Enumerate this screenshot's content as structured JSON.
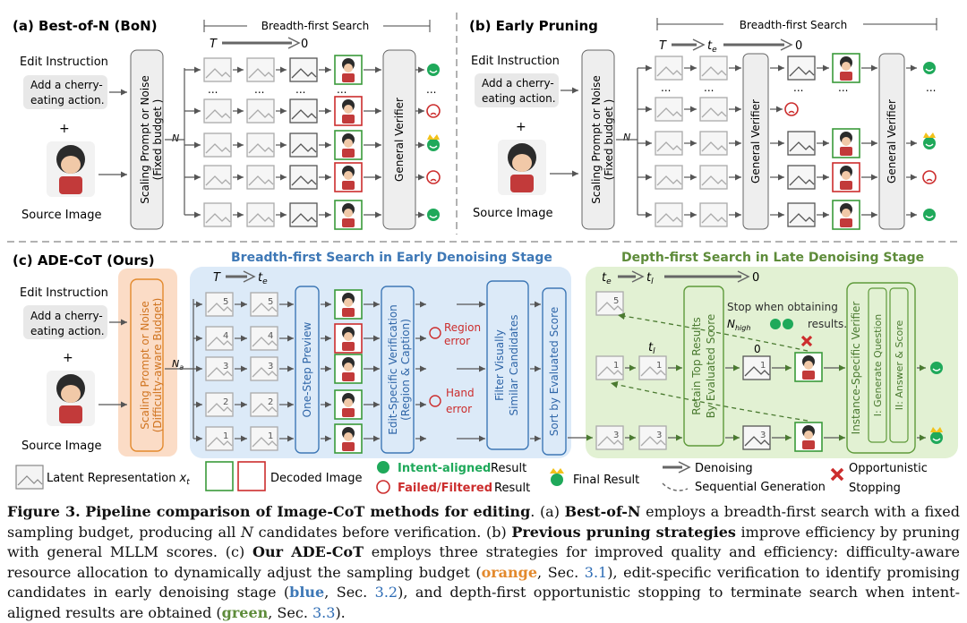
{
  "panel_a": {
    "title": "(a) Best-of-N (BoN)",
    "search_label": "Breadth-first Search",
    "time_start": "T",
    "time_end": "0",
    "edit_instruction": "Edit Instruction",
    "instruction_line1": "Add a cherry-",
    "instruction_line2": "eating action.",
    "plus": "+",
    "source_image": "Source Image",
    "scaling_line1": "Scaling Prompt or Noise",
    "scaling_line2": "(Fixed budget )",
    "n_label": "N",
    "verifier": "General Verifier",
    "dots": "..."
  },
  "panel_b": {
    "title": "(b) Early Pruning",
    "search_label": "Breadth-first Search",
    "time_start": "T",
    "time_mid": "t",
    "time_mid_sub": "e",
    "time_end": "0",
    "edit_instruction": "Edit Instruction",
    "instruction_line1": "Add a cherry-",
    "instruction_line2": "eating action.",
    "plus": "+",
    "source_image": "Source Image",
    "scaling_line1": "Scaling Prompt or Noise",
    "scaling_line2": "(Fixed budget )",
    "n_label": "N",
    "verifier": "General Verifier",
    "verifier2": "General Verifier",
    "dots": "..."
  },
  "panel_c": {
    "title": "(c) ADE-CoT (Ours)",
    "blue_stage": "Breadth-first Search in Early Denoising Stage",
    "green_stage": "Depth-first Search in Late Denoising Stage",
    "time_start": "T",
    "time_mid": "t",
    "time_mid_sub": "e",
    "green_time_start": "t",
    "green_time_start_sub": "e",
    "green_time_mid": "t",
    "green_time_mid_sub": "l",
    "green_time_end": "0",
    "green_step_label": "t",
    "green_step_label_sub": "l",
    "zero_label": "0",
    "edit_instruction": "Edit Instruction",
    "instruction_line1": "Add a cherry-",
    "instruction_line2": "eating action.",
    "plus": "+",
    "source_image": "Source Image",
    "scaling_line1": "Scaling Prompt or Noise",
    "scaling_line2": "(Difficulty-aware Budget)",
    "na_label": "N",
    "na_sub": "a",
    "preview": "One-Step Preview",
    "verification_line1": "Edit-Specific Verification",
    "verification_line2": "(Region & Caption)",
    "region_error_1": "Region",
    "region_error_2": "error",
    "hand_error_1": "Hand",
    "hand_error_2": "error",
    "filter_line1": "Filter Visually",
    "filter_line2": "Similar Candidates",
    "sort": "Sort by Evaluated Score",
    "retain_line1": "Retain Top Results",
    "retain_line2": "By Evaluated Score",
    "stop_line1": "Stop when obtaining",
    "stop_line2": "results.",
    "n_high": "N",
    "n_high_sub": "high",
    "instance_verifier": "Instance-Specific Verifier",
    "gen_question": "I: Generate Question",
    "answer_score": "II: Answer & Score",
    "badges": [
      "5",
      "4",
      "3",
      "2",
      "1"
    ],
    "green_badges": [
      "5",
      "1",
      "1",
      "1",
      "3",
      "3",
      "3"
    ]
  },
  "legend": {
    "latent": "Latent Representation",
    "latent_var": "x",
    "latent_sub": "t",
    "decoded": "Decoded Image",
    "intent_aligned": "Intent-aligned",
    "result1": "Result",
    "failed": "Failed/Filtered",
    "result2": "Result",
    "final_result": "Final Result",
    "denoising": "Denoising",
    "sequential": "Sequential Generation",
    "opportunistic": "Opportunistic",
    "stopping": "Stopping"
  },
  "caption": {
    "fig_label": "Figure 3.",
    "fig_title": "Pipeline comparison of Image-CoT methods for editing",
    "s1": ". (a) ",
    "bon": "Best-of-N",
    "s2": " employs a breadth-first search with a fixed sampling budget, producing all ",
    "n": "N",
    "s3": " candidates before verification. (b) ",
    "prev": "Previous pruning strategies",
    "s4": " improve efficiency by pruning with general MLLM scores. (c) ",
    "ours": "Our ADE-CoT",
    "s5": " employs three strategies for improved quality and efficiency: difficulty-aware resource allocation to dynamically adjust the sampling budget (",
    "orange": "orange",
    "s6": ", Sec. ",
    "ref1": "3.1",
    "s7": "), edit-specific verification to identify promising candidates in early denoising stage (",
    "blue": "blue",
    "s8": ", Sec. ",
    "ref2": "3.2",
    "s9": "), and depth-first opportunistic stopping to terminate search when intent-aligned results are obtained (",
    "green": "green",
    "s10": ", Sec. ",
    "ref3": "3.3",
    "s11": ")."
  },
  "colors": {
    "orange_bg": "#fbdcc6",
    "blue_bg": "#dceaf8",
    "green_bg": "#e2f1d3",
    "blue_stroke": "#3e78b6",
    "green_stroke": "#5e9a3a",
    "red": "#cc2d2d",
    "good": "#1fa95a"
  }
}
